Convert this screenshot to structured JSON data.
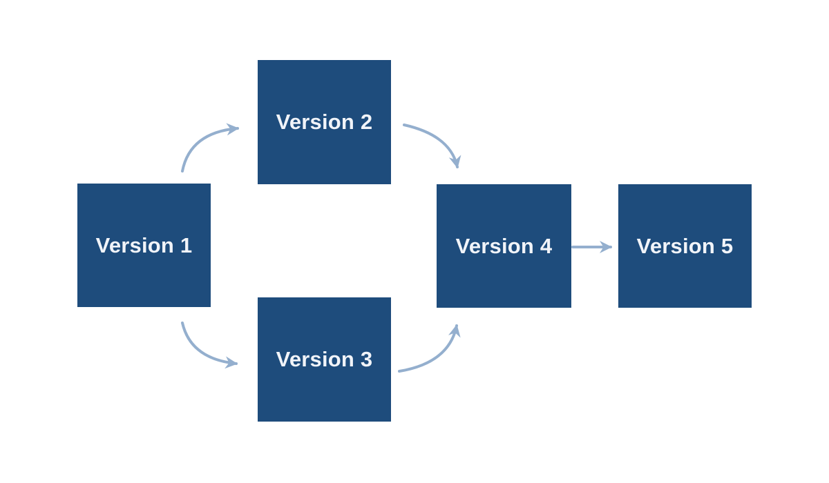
{
  "diagram": {
    "type": "flowchart",
    "nodes": [
      {
        "id": "version-1",
        "label": "Version 1"
      },
      {
        "id": "version-2",
        "label": "Version 2"
      },
      {
        "id": "version-3",
        "label": "Version 3"
      },
      {
        "id": "version-4",
        "label": "Version 4"
      },
      {
        "id": "version-5",
        "label": "Version 5"
      }
    ],
    "edges": [
      {
        "from": "Version 1",
        "to": "Version 2",
        "style": "curved"
      },
      {
        "from": "Version 1",
        "to": "Version 3",
        "style": "curved"
      },
      {
        "from": "Version 2",
        "to": "Version 4",
        "style": "curved"
      },
      {
        "from": "Version 3",
        "to": "Version 4",
        "style": "curved"
      },
      {
        "from": "Version 4",
        "to": "Version 5",
        "style": "straight"
      }
    ],
    "colors": {
      "background": "#ffffff",
      "node_fill": "#1e4c7c",
      "node_text": "#f1f4f9",
      "arrow": "#94afce"
    }
  }
}
